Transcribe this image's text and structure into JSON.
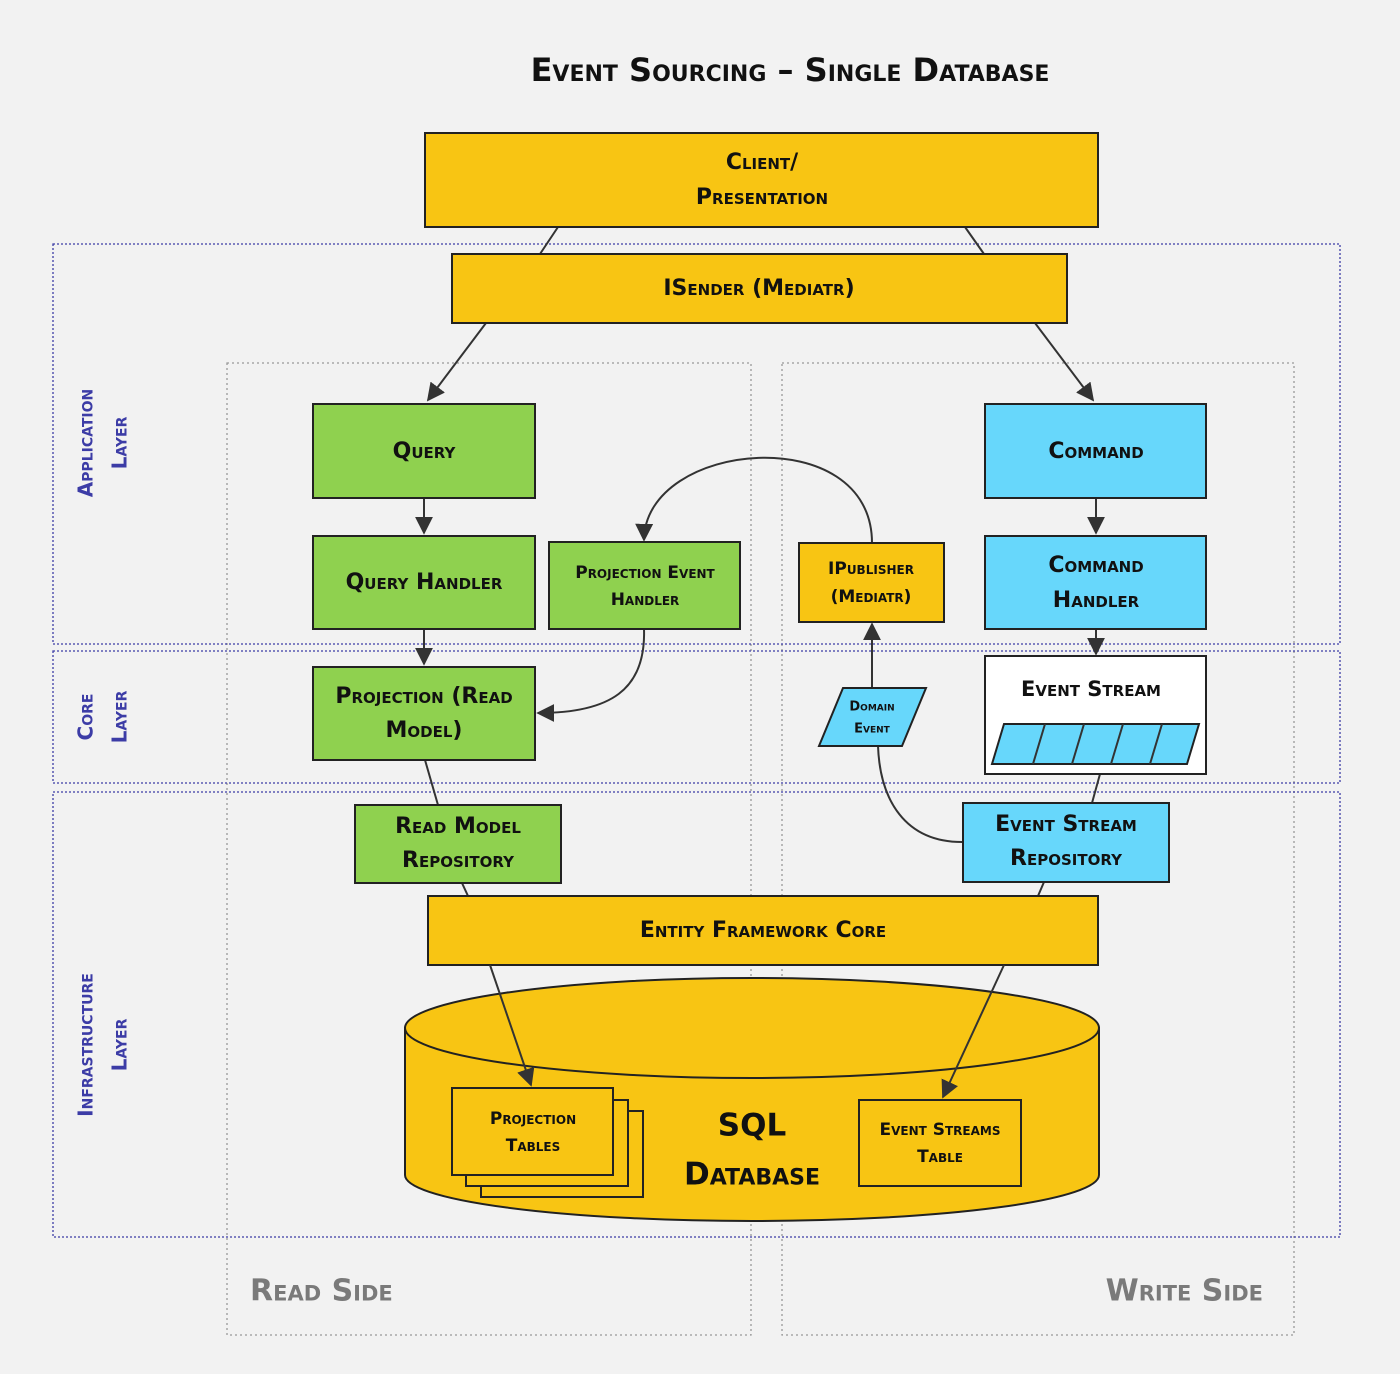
{
  "title": "Event Sourcing – Single Database",
  "layers": {
    "application": [
      "Application",
      "Layer"
    ],
    "core": [
      "Core",
      "Layer"
    ],
    "infrastructure": [
      "Infrastructure",
      "Layer"
    ]
  },
  "sides": {
    "read": "Read Side",
    "write": "Write Side"
  },
  "nodes": {
    "client": [
      "Client/",
      "Presentation"
    ],
    "isender": "ISender (Mediatr)",
    "query": "Query",
    "query_handler": "Query Handler",
    "projection_event_handler": [
      "Projection Event",
      "Handler"
    ],
    "ipublisher": [
      "IPublisher",
      "(Mediatr)"
    ],
    "command": "Command",
    "command_handler": [
      "Command",
      "Handler"
    ],
    "projection": [
      "Projection (Read",
      "Model)"
    ],
    "domain_event": [
      "Domain",
      "Event"
    ],
    "event_stream": "Event Stream",
    "read_model_repository": [
      "Read Model",
      "Repository"
    ],
    "event_stream_repository": [
      "Event Stream",
      "Repository"
    ],
    "ef_core": "Entity Framework Core",
    "sql_database": [
      "SQL",
      "Database"
    ],
    "projection_tables": [
      "Projection",
      "Tables"
    ],
    "event_streams_table": [
      "Event Streams",
      "Table"
    ]
  },
  "colors": {
    "yellow": "#f8c513",
    "green": "#8fd14f",
    "blue": "#67d7fb",
    "layer_label": "#3c3ca6",
    "side_label": "#7a7a7a"
  }
}
